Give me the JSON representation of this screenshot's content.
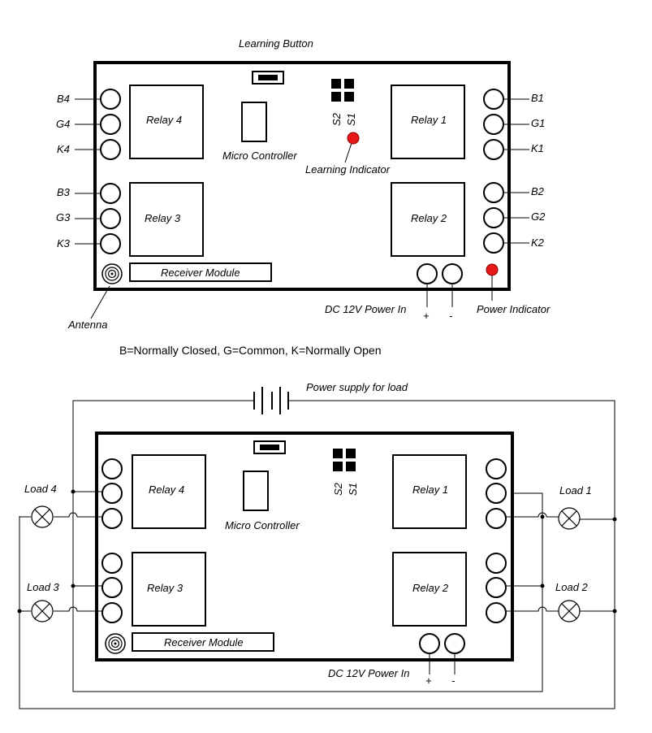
{
  "top": {
    "learning_button": "Learning Button",
    "relay4": "Relay 4",
    "relay3": "Relay 3",
    "relay1": "Relay 1",
    "relay2": "Relay 2",
    "micro": "Micro Controller",
    "s2": "S2",
    "s1": "S1",
    "learning_indicator": "Learning Indicator",
    "receiver": "Receiver Module",
    "antenna": "Antenna",
    "dc_power": "DC 12V Power In",
    "plus": "+",
    "minus": "-",
    "power_indicator": "Power Indicator",
    "pins_left_upper": [
      "B4",
      "G4",
      "K4"
    ],
    "pins_left_lower": [
      "B3",
      "G3",
      "K3"
    ],
    "pins_right_upper": [
      "B1",
      "G1",
      "K1"
    ],
    "pins_right_lower": [
      "B2",
      "G2",
      "K2"
    ]
  },
  "legend": "B=Normally Closed, G=Common, K=Normally Open",
  "bottom": {
    "power_supply": "Power supply for load",
    "relay4": "Relay 4",
    "relay3": "Relay 3",
    "relay1": "Relay 1",
    "relay2": "Relay 2",
    "micro": "Micro Controller",
    "s2": "S2",
    "s1": "S1",
    "receiver": "Receiver Module",
    "dc_power": "DC 12V Power In",
    "plus": "+",
    "minus": "-",
    "load4": "Load 4",
    "load3": "Load 3",
    "load1": "Load 1",
    "load2": "Load 2"
  },
  "colors": {
    "indicator": "#e81818",
    "line": "#000000"
  }
}
